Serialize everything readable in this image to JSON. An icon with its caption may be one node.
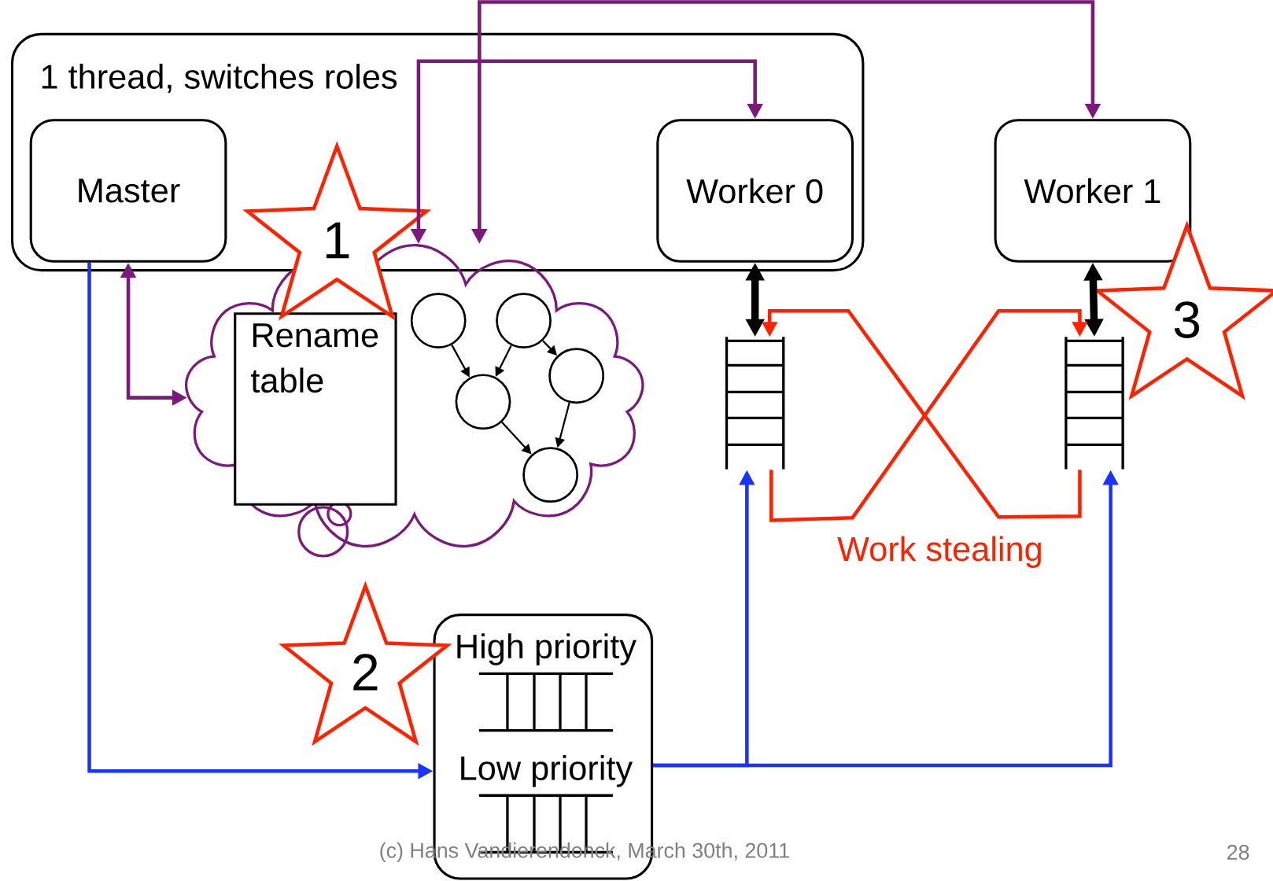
{
  "diagram": {
    "nodes": [
      {
        "text": [
          "1 thread, switches roles"
        ]
      },
      {
        "text": [
          "Master"
        ],
        "in": 0
      },
      {
        "text": [
          "Worker 0"
        ],
        "in": 0
      },
      {
        "text": [
          "Worker 1"
        ]
      },
      {
        "text": [],
        "shape": "cloud"
      },
      {
        "text": [
          "Rename table"
        ],
        "in": 4
      },
      {
        "text": [],
        "shape": "circle",
        "in": 4
      },
      {
        "text": [],
        "shape": "circle",
        "in": 4
      },
      {
        "text": [],
        "shape": "circle",
        "in": 4
      },
      {
        "text": [],
        "shape": "circle",
        "in": 4
      },
      {
        "text": [],
        "shape": "circle",
        "in": 4
      },
      {
        "text": [],
        "shape": "ladder"
      },
      {
        "text": [],
        "shape": "ladder"
      },
      {
        "text": [
          "High priority",
          "Low priority"
        ]
      },
      {
        "text": [
          "1"
        ]
      },
      {
        "text": [
          "2"
        ]
      },
      {
        "text": [
          "3"
        ]
      }
    ],
    "edges": [
      {
        "from": 1,
        "to": 4,
        "arrow": "both",
        "color": "#7b1a7b"
      },
      {
        "from": 4,
        "to": 2,
        "arrow": "both",
        "color": "#7b1a7b"
      },
      {
        "from": 4,
        "to": 3,
        "arrow": "both",
        "color": "#7b1a7b"
      },
      {
        "from": 2,
        "to": 11,
        "arrow": "both",
        "style": "thick"
      },
      {
        "from": 3,
        "to": 12,
        "arrow": "both",
        "style": "thick"
      },
      {
        "from": 11,
        "to": 12,
        "arrow": "to",
        "color": "#ff2200"
      },
      {
        "from": 12,
        "to": 11,
        "arrow": "to",
        "color": "#ff2200"
      },
      {
        "from": 1,
        "to": 13,
        "arrow": "to",
        "color": "#1a33ff"
      },
      {
        "from": 13,
        "to": 11,
        "arrow": "to",
        "color": "#1a33ff"
      },
      {
        "from": 13,
        "to": 12,
        "arrow": "to",
        "color": "#1a33ff"
      },
      {
        "from": 6,
        "to": 9,
        "arrow": "to"
      },
      {
        "from": 7,
        "to": 9,
        "arrow": "to"
      },
      {
        "from": 7,
        "to": 8,
        "arrow": "to"
      },
      {
        "from": 9,
        "to": 10,
        "arrow": "to"
      },
      {
        "from": 8,
        "to": 10,
        "arrow": "to"
      }
    ],
    "labels": [
      "Work stealing",
      "(c) Hans Vandierendonck, March 30th, 2011",
      "28"
    ]
  }
}
